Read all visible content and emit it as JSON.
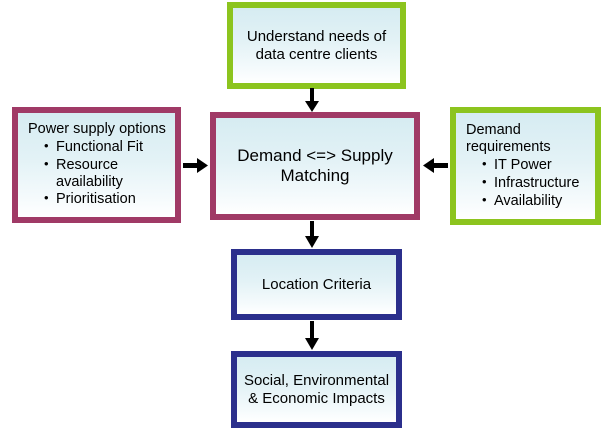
{
  "diagram": {
    "type": "flowchart",
    "colors": {
      "green_border": "#8cc41e",
      "maroon_border": "#a03a66",
      "navy_border": "#2b2f8c",
      "box_fill_top": "#d6ecf2",
      "box_fill_bottom": "#ffffff",
      "arrow": "#000000",
      "text": "#000000",
      "background": "#ffffff"
    },
    "nodes": {
      "understand_needs": {
        "text": "Understand needs of\ndata centre clients",
        "border_color": "#8cc41e"
      },
      "power_supply_options": {
        "heading": "Power supply options",
        "bullets": [
          "Functional Fit",
          "Resource availability",
          "Prioritisation"
        ],
        "border_color": "#a03a66"
      },
      "demand_supply_matching": {
        "text": "Demand <=> Supply\nMatching",
        "border_color": "#a03a66"
      },
      "demand_requirements": {
        "heading": "Demand requirements",
        "bullets": [
          "IT Power",
          "Infrastructure",
          "Availability"
        ],
        "border_color": "#8cc41e"
      },
      "location_criteria": {
        "text": "Location Criteria",
        "border_color": "#2b2f8c"
      },
      "impacts": {
        "text": "Social, Environmental\n& Economic Impacts",
        "border_color": "#2b2f8c"
      }
    },
    "arrows": [
      {
        "name": "arrow-understand-to-matching",
        "direction": "down",
        "from": "understand_needs",
        "to": "demand_supply_matching"
      },
      {
        "name": "arrow-power-to-matching",
        "direction": "right",
        "from": "power_supply_options",
        "to": "demand_supply_matching"
      },
      {
        "name": "arrow-demand-to-matching",
        "direction": "left",
        "from": "demand_requirements",
        "to": "demand_supply_matching"
      },
      {
        "name": "arrow-matching-to-location",
        "direction": "down",
        "from": "demand_supply_matching",
        "to": "location_criteria"
      },
      {
        "name": "arrow-location-to-impacts",
        "direction": "down",
        "from": "location_criteria",
        "to": "impacts"
      }
    ]
  }
}
